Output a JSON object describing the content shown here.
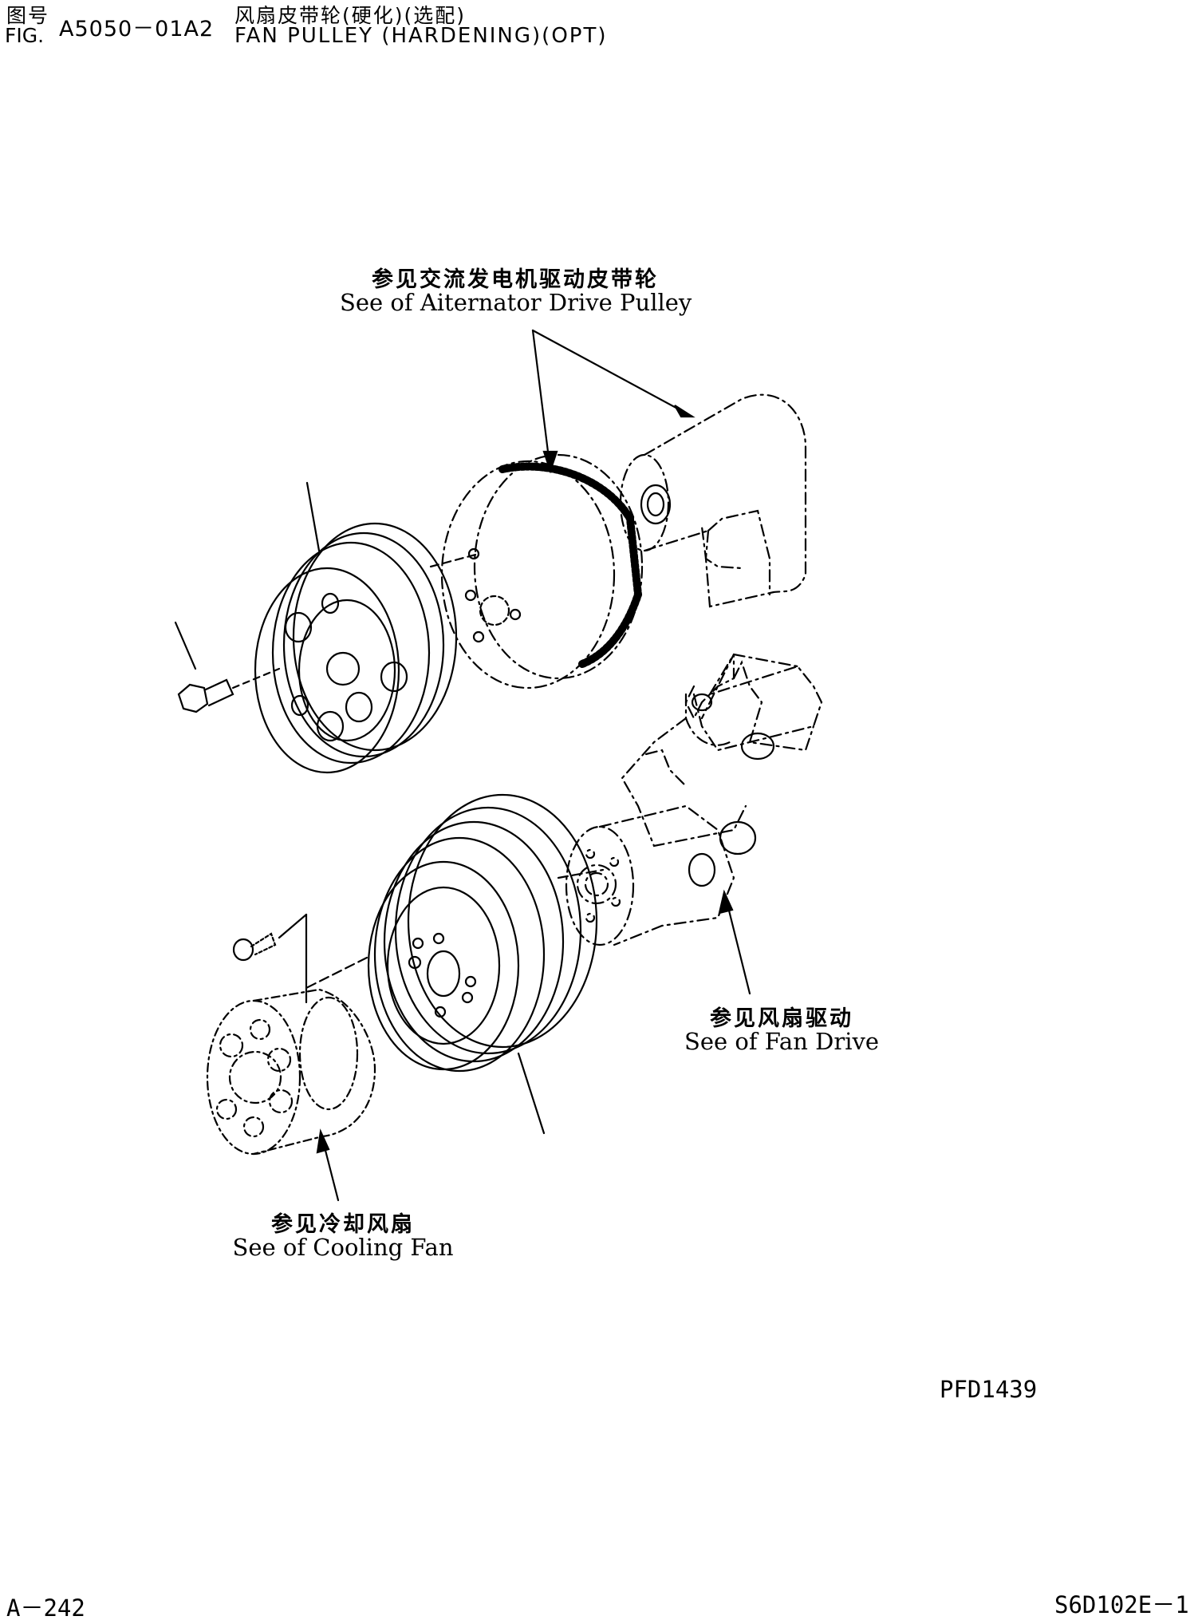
{
  "header": {
    "fig_cn": "图号",
    "fig_en": "FIG.",
    "fig_code": "A5050－01A2",
    "title_cn": "风扇皮带轮(硬化)(选配)",
    "title_en": "FAN PULLEY (HARDENING)(OPT)"
  },
  "callouts": {
    "alternator": {
      "cn": "参见交流发电机驱动皮带轮",
      "en": "See of Aiternator Drive Pulley"
    },
    "fan_drive": {
      "cn": "参见风扇驱动",
      "en": "See of Fan Drive"
    },
    "cooling_fan": {
      "cn": "参见冷却风扇",
      "en": "See of Cooling Fan"
    }
  },
  "drawing_code": "PFD1439",
  "footer": {
    "page": "A－242",
    "model": "S6D102E－1"
  }
}
